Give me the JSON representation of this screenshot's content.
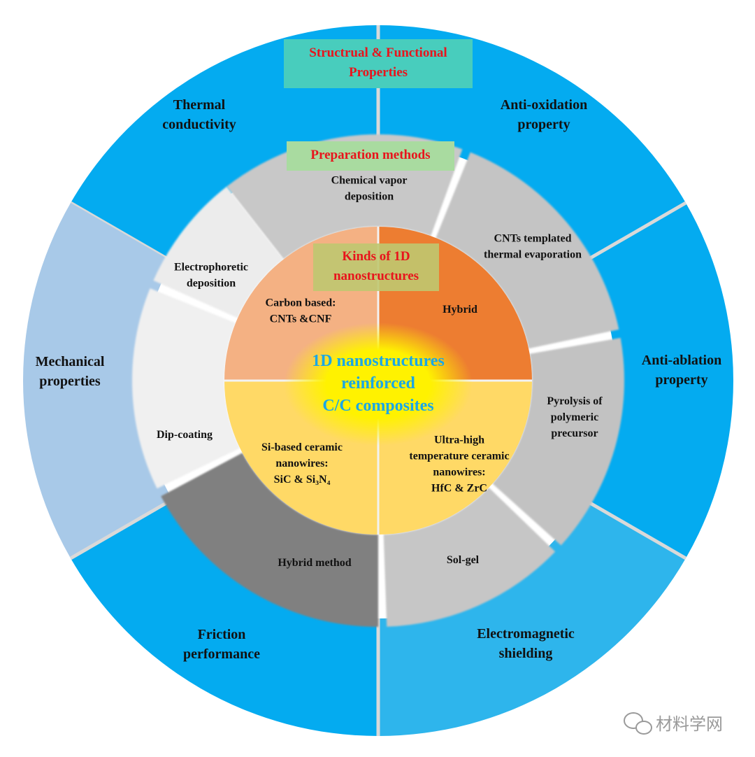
{
  "headers": {
    "outer": [
      "Structrual & Functional",
      "Properties"
    ],
    "middle": [
      "Preparation methods"
    ],
    "inner": [
      "Kinds of 1D",
      "nanostructures"
    ]
  },
  "center": [
    "1D nanostructures",
    "reinforced",
    "C/C composites"
  ],
  "outer_ring": [
    {
      "lines": [
        "Thermal",
        "conductivity"
      ],
      "color": "#04abf0"
    },
    {
      "lines": [
        "Anti-oxidation",
        "property"
      ],
      "color": "#04abf0"
    },
    {
      "lines": [
        "Anti-ablation",
        "property"
      ],
      "color": "#04abf0"
    },
    {
      "lines": [
        "Electromagnetic",
        "shielding"
      ],
      "color": "#2eb5ec"
    },
    {
      "lines": [
        "Friction",
        "performance"
      ],
      "color": "#04abf0"
    },
    {
      "lines": [
        "Mechanical",
        "properties"
      ],
      "color": "#a8c9e8"
    }
  ],
  "middle_ring": [
    {
      "lines": [
        "Chemical vapor",
        "deposition"
      ],
      "color": "#c8c8c8"
    },
    {
      "lines": [
        "CNTs templated",
        "thermal evaporation"
      ],
      "color": "#c4c4c4"
    },
    {
      "lines": [
        "Pyrolysis of",
        "polymeric",
        "precursor"
      ],
      "color": "#c2c2c2"
    },
    {
      "lines": [
        "Sol-gel"
      ],
      "color": "#c6c6c6"
    },
    {
      "lines": [
        "Hybrid method"
      ],
      "color": "#808080"
    },
    {
      "lines": [
        "Dip-coating"
      ],
      "color": "#f0f0f0"
    },
    {
      "lines": [
        "Electrophoretic",
        "deposition"
      ],
      "color": "#ececec"
    }
  ],
  "inner_ring": [
    {
      "lines": [
        "Carbon based:",
        "CNTs &CNF"
      ],
      "color": "#f4b183"
    },
    {
      "lines": [
        "Hybrid"
      ],
      "color": "#ed7d31"
    },
    {
      "lines": [
        "Ultra-high",
        "temperature ceramic",
        "nanowires:",
        "HfC & ZrC"
      ],
      "color": "#ffd966"
    },
    {
      "lines": [
        "Si-based ceramic",
        "nanowires:",
        "SiC & Si₃N₄"
      ],
      "color": "#ffd966"
    }
  ],
  "colors": {
    "header_text": "#e8141c",
    "header_outer_bg": "#48cdbd",
    "header_mid_bg": "#a9dba0",
    "header_inner_bg": "#bfc870",
    "center_text": "#1aa7e6",
    "center_glow": "#fff200"
  },
  "watermark": "材料学网"
}
